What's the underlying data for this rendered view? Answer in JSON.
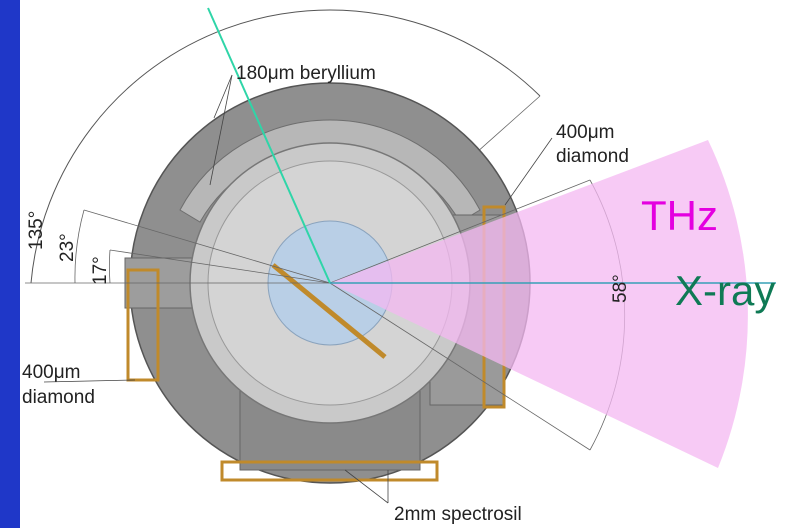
{
  "labels": {
    "beryllium": "180μm beryllium",
    "diamond_right_top": "400μm",
    "diamond_right_bottom": "diamond",
    "diamond_left_top": "400μm",
    "diamond_left_bottom": "diamond",
    "spectrosil": "2mm spectrosil",
    "thz": "THz",
    "xray": "X-ray"
  },
  "angles": {
    "a135": "135°",
    "a23": "23°",
    "a17": "17°",
    "a58": "58°"
  },
  "colors": {
    "left_bar": "#1f37c8",
    "thz": "#e400e0",
    "xray": "#0f7a55",
    "thz_cone": "#f4b8f2",
    "beam_line": "#2fd5a8",
    "xray_line": "#36a0b6",
    "body_gray": "#8f8f8f",
    "window_gold": "#c08a2b",
    "sample_blue": "#b9cfe6"
  }
}
